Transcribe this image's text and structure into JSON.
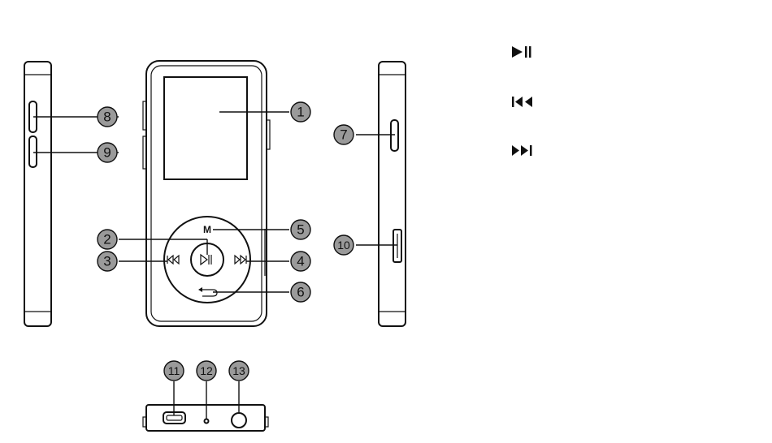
{
  "callouts": [
    {
      "id": "1",
      "label": "1"
    },
    {
      "id": "2",
      "label": "2"
    },
    {
      "id": "3",
      "label": "3"
    },
    {
      "id": "4",
      "label": "4"
    },
    {
      "id": "5",
      "label": "5"
    },
    {
      "id": "6",
      "label": "6"
    },
    {
      "id": "7",
      "label": "7"
    },
    {
      "id": "8",
      "label": "8"
    },
    {
      "id": "9",
      "label": "9"
    },
    {
      "id": "10",
      "label": "10"
    },
    {
      "id": "11",
      "label": "11"
    },
    {
      "id": "12",
      "label": "12"
    },
    {
      "id": "13",
      "label": "13"
    }
  ],
  "buttons": {
    "menu_label": "M"
  },
  "legend": [
    {
      "icon": "play-pause-icon"
    },
    {
      "icon": "previous-icon"
    },
    {
      "icon": "next-icon"
    }
  ]
}
